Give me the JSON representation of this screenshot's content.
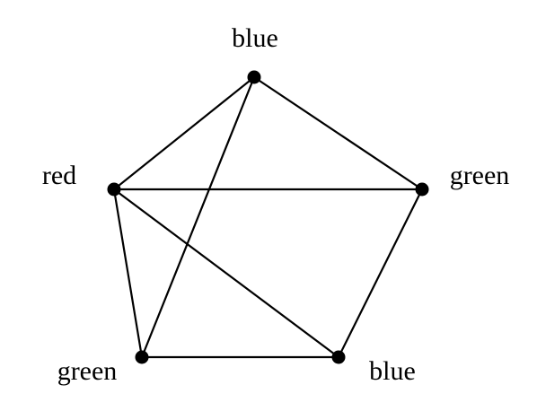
{
  "graph": {
    "vertices": [
      {
        "id": "top",
        "label": "blue"
      },
      {
        "id": "left",
        "label": "red"
      },
      {
        "id": "right",
        "label": "green"
      },
      {
        "id": "bottom_left",
        "label": "green"
      },
      {
        "id": "bottom_right",
        "label": "blue"
      }
    ],
    "edges": [
      [
        "top",
        "left"
      ],
      [
        "top",
        "right"
      ],
      [
        "top",
        "bottom_left"
      ],
      [
        "left",
        "right"
      ],
      [
        "left",
        "bottom_left"
      ],
      [
        "left",
        "bottom_right"
      ],
      [
        "right",
        "bottom_right"
      ],
      [
        "bottom_left",
        "bottom_right"
      ]
    ],
    "colors": {
      "vertex": "#000000",
      "edge": "#000000",
      "background": "#ffffff"
    }
  }
}
